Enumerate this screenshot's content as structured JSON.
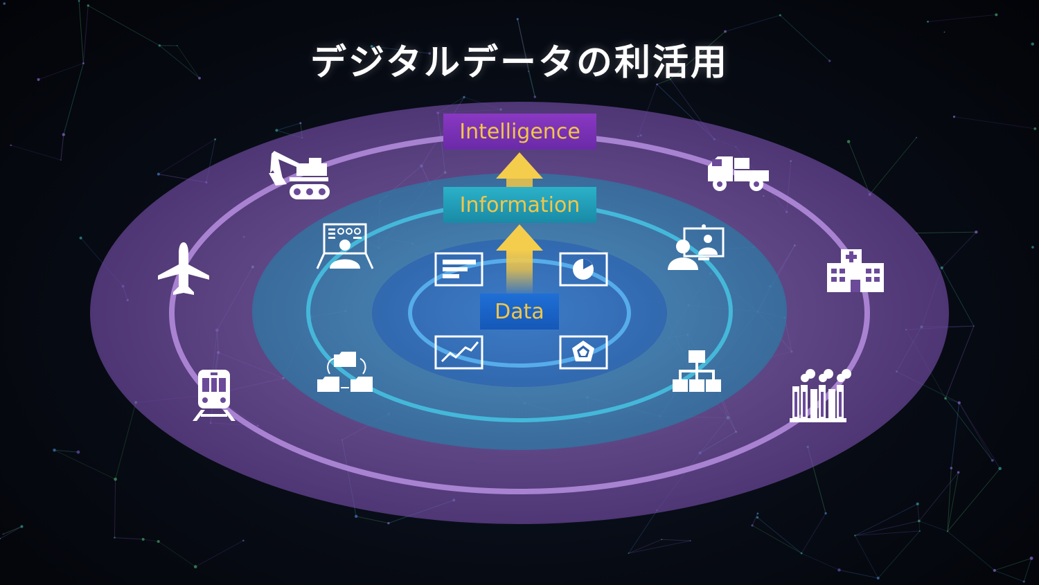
{
  "title": "デジタルデータの利活用",
  "layers": {
    "intelligence": "Intelligence",
    "information": "Information",
    "data": "Data"
  },
  "colors": {
    "outer_ring": "#9b6fd0",
    "middle_ring": "#3ab3d6",
    "inner_ring": "#4aa0e6",
    "label_text": "#f2c648",
    "arrow": "#f2c648"
  },
  "icons": {
    "outer": [
      "excavator-icon",
      "truck-icon",
      "airplane-icon",
      "hospital-icon",
      "train-icon",
      "factory-icon"
    ],
    "middle": [
      "monitoring-operator-icon",
      "video-conference-icon",
      "shared-folders-icon",
      "hierarchy-icon"
    ],
    "inner": [
      "document-monitor-icon",
      "pie-chart-monitor-icon",
      "line-chart-monitor-icon",
      "radar-chart-monitor-icon"
    ]
  }
}
